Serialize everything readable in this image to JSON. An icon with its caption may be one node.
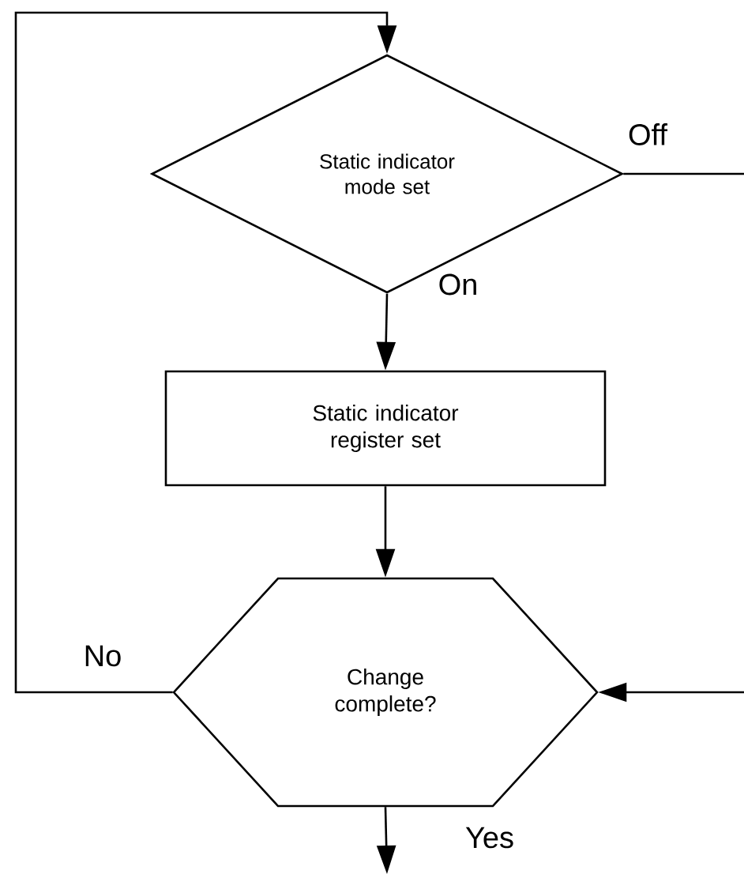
{
  "diagram": {
    "nodes": [
      {
        "text": [
          "Static indicator mode set"
        ]
      },
      {
        "text": [
          "Static indicator register set"
        ]
      },
      {
        "text": [
          "Change complete?"
        ]
      }
    ],
    "edges": [
      {
        "from": 2,
        "to": 0,
        "arrow": "to",
        "label": "No"
      },
      {
        "from": 0,
        "to": 1,
        "arrow": "to",
        "label": "On"
      },
      {
        "from": 0,
        "to": 2,
        "arrow": "to",
        "label": "Off"
      },
      {
        "from": 1,
        "to": 2,
        "arrow": "to"
      },
      {
        "from": 2,
        "to": null,
        "arrow": "to",
        "label": "Yes"
      }
    ]
  }
}
